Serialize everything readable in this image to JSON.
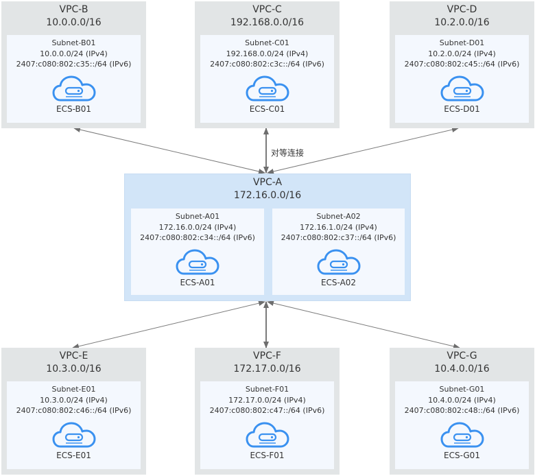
{
  "peering_label": "对等连接",
  "colors": {
    "peer_vpc_bg": "#e2e5e6",
    "hub_vpc_bg": "#d2e5f8",
    "subnet_bg": "#f4f8fe",
    "icon_blue": "#3a91f0",
    "arrow_gray": "#6e6e6e"
  },
  "hub": {
    "name": "VPC-A",
    "cidr": "172.16.0.0/16",
    "subnets": [
      {
        "name": "Subnet-A01",
        "ipv4": "172.16.0.0/24 (IPv4)",
        "ipv6": "2407:c080:802:c34::/64 (IPv6)",
        "ecs": "ECS-A01",
        "icon": "cloud-server-icon"
      },
      {
        "name": "Subnet-A02",
        "ipv4": "172.16.1.0/24 (IPv4)",
        "ipv6": "2407:c080:802:c37::/64 (IPv6)",
        "ecs": "ECS-A02",
        "icon": "cloud-server-icon"
      }
    ]
  },
  "peers": [
    {
      "id": "b",
      "name": "VPC-B",
      "cidr": "10.0.0.0/16",
      "subnet": {
        "name": "Subnet-B01",
        "ipv4": "10.0.0.0/24 (IPv4)",
        "ipv6": "2407:c080:802:c35::/64 (IPv6)",
        "ecs": "ECS-B01"
      }
    },
    {
      "id": "c",
      "name": "VPC-C",
      "cidr": "192.168.0.0/16",
      "subnet": {
        "name": "Subnet-C01",
        "ipv4": "192.168.0.0/24 (IPv4)",
        "ipv6": "2407:c080:802:c3c::/64 (IPv6)",
        "ecs": "ECS-C01"
      }
    },
    {
      "id": "d",
      "name": "VPC-D",
      "cidr": "10.2.0.0/16",
      "subnet": {
        "name": "Subnet-D01",
        "ipv4": "10.2.0.0/24 (IPv4)",
        "ipv6": "2407:c080:802:c45::/64 (IPv6)",
        "ecs": "ECS-D01"
      }
    },
    {
      "id": "e",
      "name": "VPC-E",
      "cidr": "10.3.0.0/16",
      "subnet": {
        "name": "Subnet-E01",
        "ipv4": "10.3.0.0/24 (IPv4)",
        "ipv6": "2407:c080:802:c46::/64 (IPv6)",
        "ecs": "ECS-E01"
      }
    },
    {
      "id": "f",
      "name": "VPC-F",
      "cidr": "172.17.0.0/16",
      "subnet": {
        "name": "Subnet-F01",
        "ipv4": "172.17.0.0/24 (IPv4)",
        "ipv6": "2407:c080:802:c47::/64 (IPv6)",
        "ecs": "ECS-F01"
      }
    },
    {
      "id": "g",
      "name": "VPC-G",
      "cidr": "10.4.0.0/16",
      "subnet": {
        "name": "Subnet-G01",
        "ipv4": "10.4.0.0/24 (IPv4)",
        "ipv6": "2407:c080:802:c48::/64 (IPv6)",
        "ecs": "ECS-G01"
      }
    }
  ],
  "connections": [
    {
      "from": "VPC-A",
      "to": "VPC-B",
      "type": "peering",
      "bidirectional": true
    },
    {
      "from": "VPC-A",
      "to": "VPC-C",
      "type": "peering",
      "bidirectional": true
    },
    {
      "from": "VPC-A",
      "to": "VPC-D",
      "type": "peering",
      "bidirectional": true
    },
    {
      "from": "VPC-A",
      "to": "VPC-E",
      "type": "peering",
      "bidirectional": true
    },
    {
      "from": "VPC-A",
      "to": "VPC-F",
      "type": "peering",
      "bidirectional": true
    },
    {
      "from": "VPC-A",
      "to": "VPC-G",
      "type": "peering",
      "bidirectional": true
    }
  ]
}
